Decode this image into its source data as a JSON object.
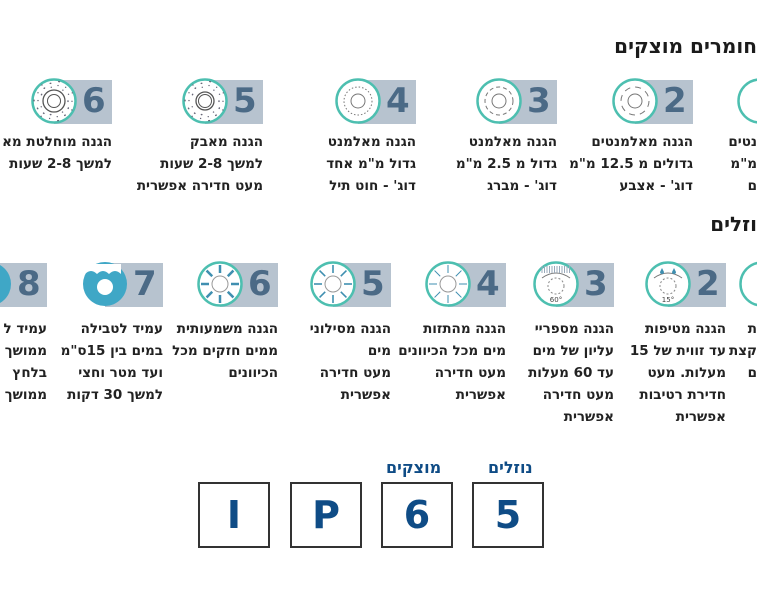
{
  "solids": {
    "title": "חומרים מוצקים",
    "items": [
      {
        "n": "6",
        "lines": [
          "הגנה מוחלטת מא",
          "למשך 2-8 שעות"
        ],
        "icon": "dust-tight"
      },
      {
        "n": "5",
        "lines": [
          "הגנה מאבק",
          "למשך 2-8 שעות",
          "מעט חדירה אפשרית"
        ],
        "icon": "dust"
      },
      {
        "n": "4",
        "lines": [
          "הגנה מאלמנט",
          "גדול מ\"מ אחד",
          "דוג' - חוט תיל"
        ],
        "icon": "wire"
      },
      {
        "n": "3",
        "lines": [
          "הגנה מאלמנט",
          "גדול מ 2.5 מ\"מ",
          "דוג' - מברג"
        ],
        "icon": "tool"
      },
      {
        "n": "2",
        "lines": [
          "הגנה מאלמנטים",
          "גדולים מ 12.5 מ\"מ",
          "דוג' - אצבע"
        ],
        "icon": "finger"
      },
      {
        "n": "",
        "lines": [
          "נטים",
          "מ\"מ",
          "ם"
        ],
        "icon": "partial"
      }
    ]
  },
  "liquids": {
    "title": "וזלים",
    "items": [
      {
        "n": "8",
        "lines": [
          "עמיד ל",
          "ממושך",
          "בלחץ",
          "ממושך"
        ],
        "icon": "submerge"
      },
      {
        "n": "7",
        "lines": [
          "עמיד לטבילה",
          "במים בין 15ס\"מ",
          "ועד מטר וחצי",
          "למשך 30 דקות"
        ],
        "icon": "immerse"
      },
      {
        "n": "6",
        "lines": [
          "הגנה משמעותית",
          "ממים חזקים מכל",
          "הכיוונים"
        ],
        "icon": "jets-strong"
      },
      {
        "n": "5",
        "lines": [
          "הגנה מסילוני",
          "מים",
          "מעט חדירה",
          "אפשרית"
        ],
        "icon": "jets"
      },
      {
        "n": "4",
        "lines": [
          "הגנה מהתזות",
          "מים מכל הכיוונים",
          "מעט חדירה",
          "אפשרית"
        ],
        "icon": "splash"
      },
      {
        "n": "3",
        "lines": [
          "הגנה מספריי",
          "עליון של מים",
          "עד 60 מעלות",
          "מעט חדירה",
          "אפשרית"
        ],
        "icon": "spray",
        "angle": "60°"
      },
      {
        "n": "2",
        "lines": [
          "הגנה מטיפות",
          "עד זווית של 15",
          "מעלות. מעט",
          "חדירת רטיבות",
          "אפשרית"
        ],
        "icon": "drops",
        "angle": "15°"
      },
      {
        "n": "",
        "lines": [
          "ת",
          "קצת",
          "ם"
        ],
        "icon": "partial"
      }
    ]
  },
  "code": {
    "letters": [
      "I",
      "P",
      "6",
      "5"
    ],
    "solids_label": "מוצקים",
    "liquids_label": "נוזלים"
  },
  "colors": {
    "teal": "#4dbfb0",
    "box": "#b7c3cf",
    "number": "#4b6a86",
    "code": "#0f4c86"
  }
}
